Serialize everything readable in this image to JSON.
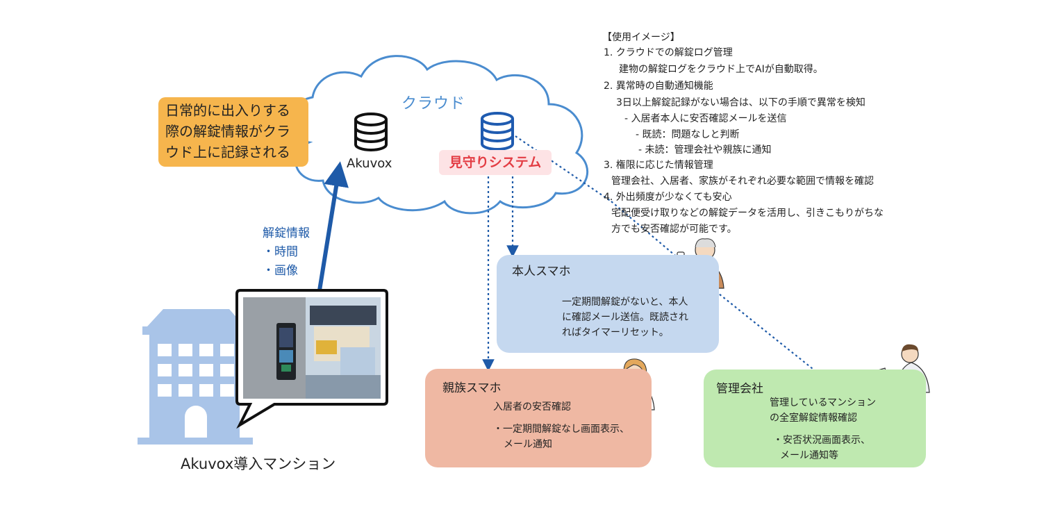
{
  "note": {
    "lines": [
      "日常的に出入りする",
      "際の解錠情報がクラ",
      "ウド上に記録される"
    ]
  },
  "cloud": {
    "title": "クラウド",
    "akuvox_label": "Akuvox",
    "system_label": "見守りシステム"
  },
  "lock_info": {
    "lines": [
      "解錠情報",
      "・時間",
      "・画像"
    ]
  },
  "building": {
    "label": "Akuvox導入マンション"
  },
  "usage": {
    "title": "【使用イメージ】",
    "lines": [
      "1.  クラウドでの解錠ログ管理",
      "建物の解錠ログをクラウド上でAIが自動取得。",
      "2.  異常時の自動通知機能",
      "3日以上解錠記録がない場合は、以下の手順で異常を検知",
      "- 入居者本人に安否確認メールを送信",
      "- 既読：問題なしと判断",
      "- 未読：管理会社や親族に通知",
      "3.  権限に応じた情報管理",
      "管理会社、入居者、家族がそれぞれ必要な範囲で情報を確認",
      "4.  外出頻度が少なくても安心",
      "宅配便受け取りなどの解錠データを活用し、引きこもりがちな",
      "方でも安否確認が可能です。"
    ]
  },
  "cards": {
    "self": {
      "title": "本人スマホ",
      "lines": [
        "一定期間解錠がないと、本人",
        "に確認メール送信。既読され",
        "ればタイマーリセット。"
      ]
    },
    "family": {
      "title": "親族スマホ",
      "lines": [
        "入居者の安否確認",
        "・一定期間解錠なし画面表示、",
        "メール通知"
      ]
    },
    "mgmt": {
      "title": "管理会社",
      "lines": [
        "管理しているマンション",
        "の全室解錠情報確認",
        "・安否状況画面表示、",
        "メール通知等"
      ]
    }
  },
  "colors": {
    "cloud_stroke": "#4a8ccf",
    "arrow_blue": "#1e5aa8",
    "dotted_blue": "#1e5aa8",
    "building": "#a9c4e8",
    "orange": "#f6b54d",
    "system_red": "#e33d44",
    "self_card": "#c5d8ef",
    "family_card": "#efb8a3",
    "mgmt_card": "#bfe9b0"
  },
  "icons": [
    "database-icon",
    "smartphone-icon",
    "monitor-icon",
    "building-icon",
    "intercom-photo",
    "person-icon"
  ]
}
